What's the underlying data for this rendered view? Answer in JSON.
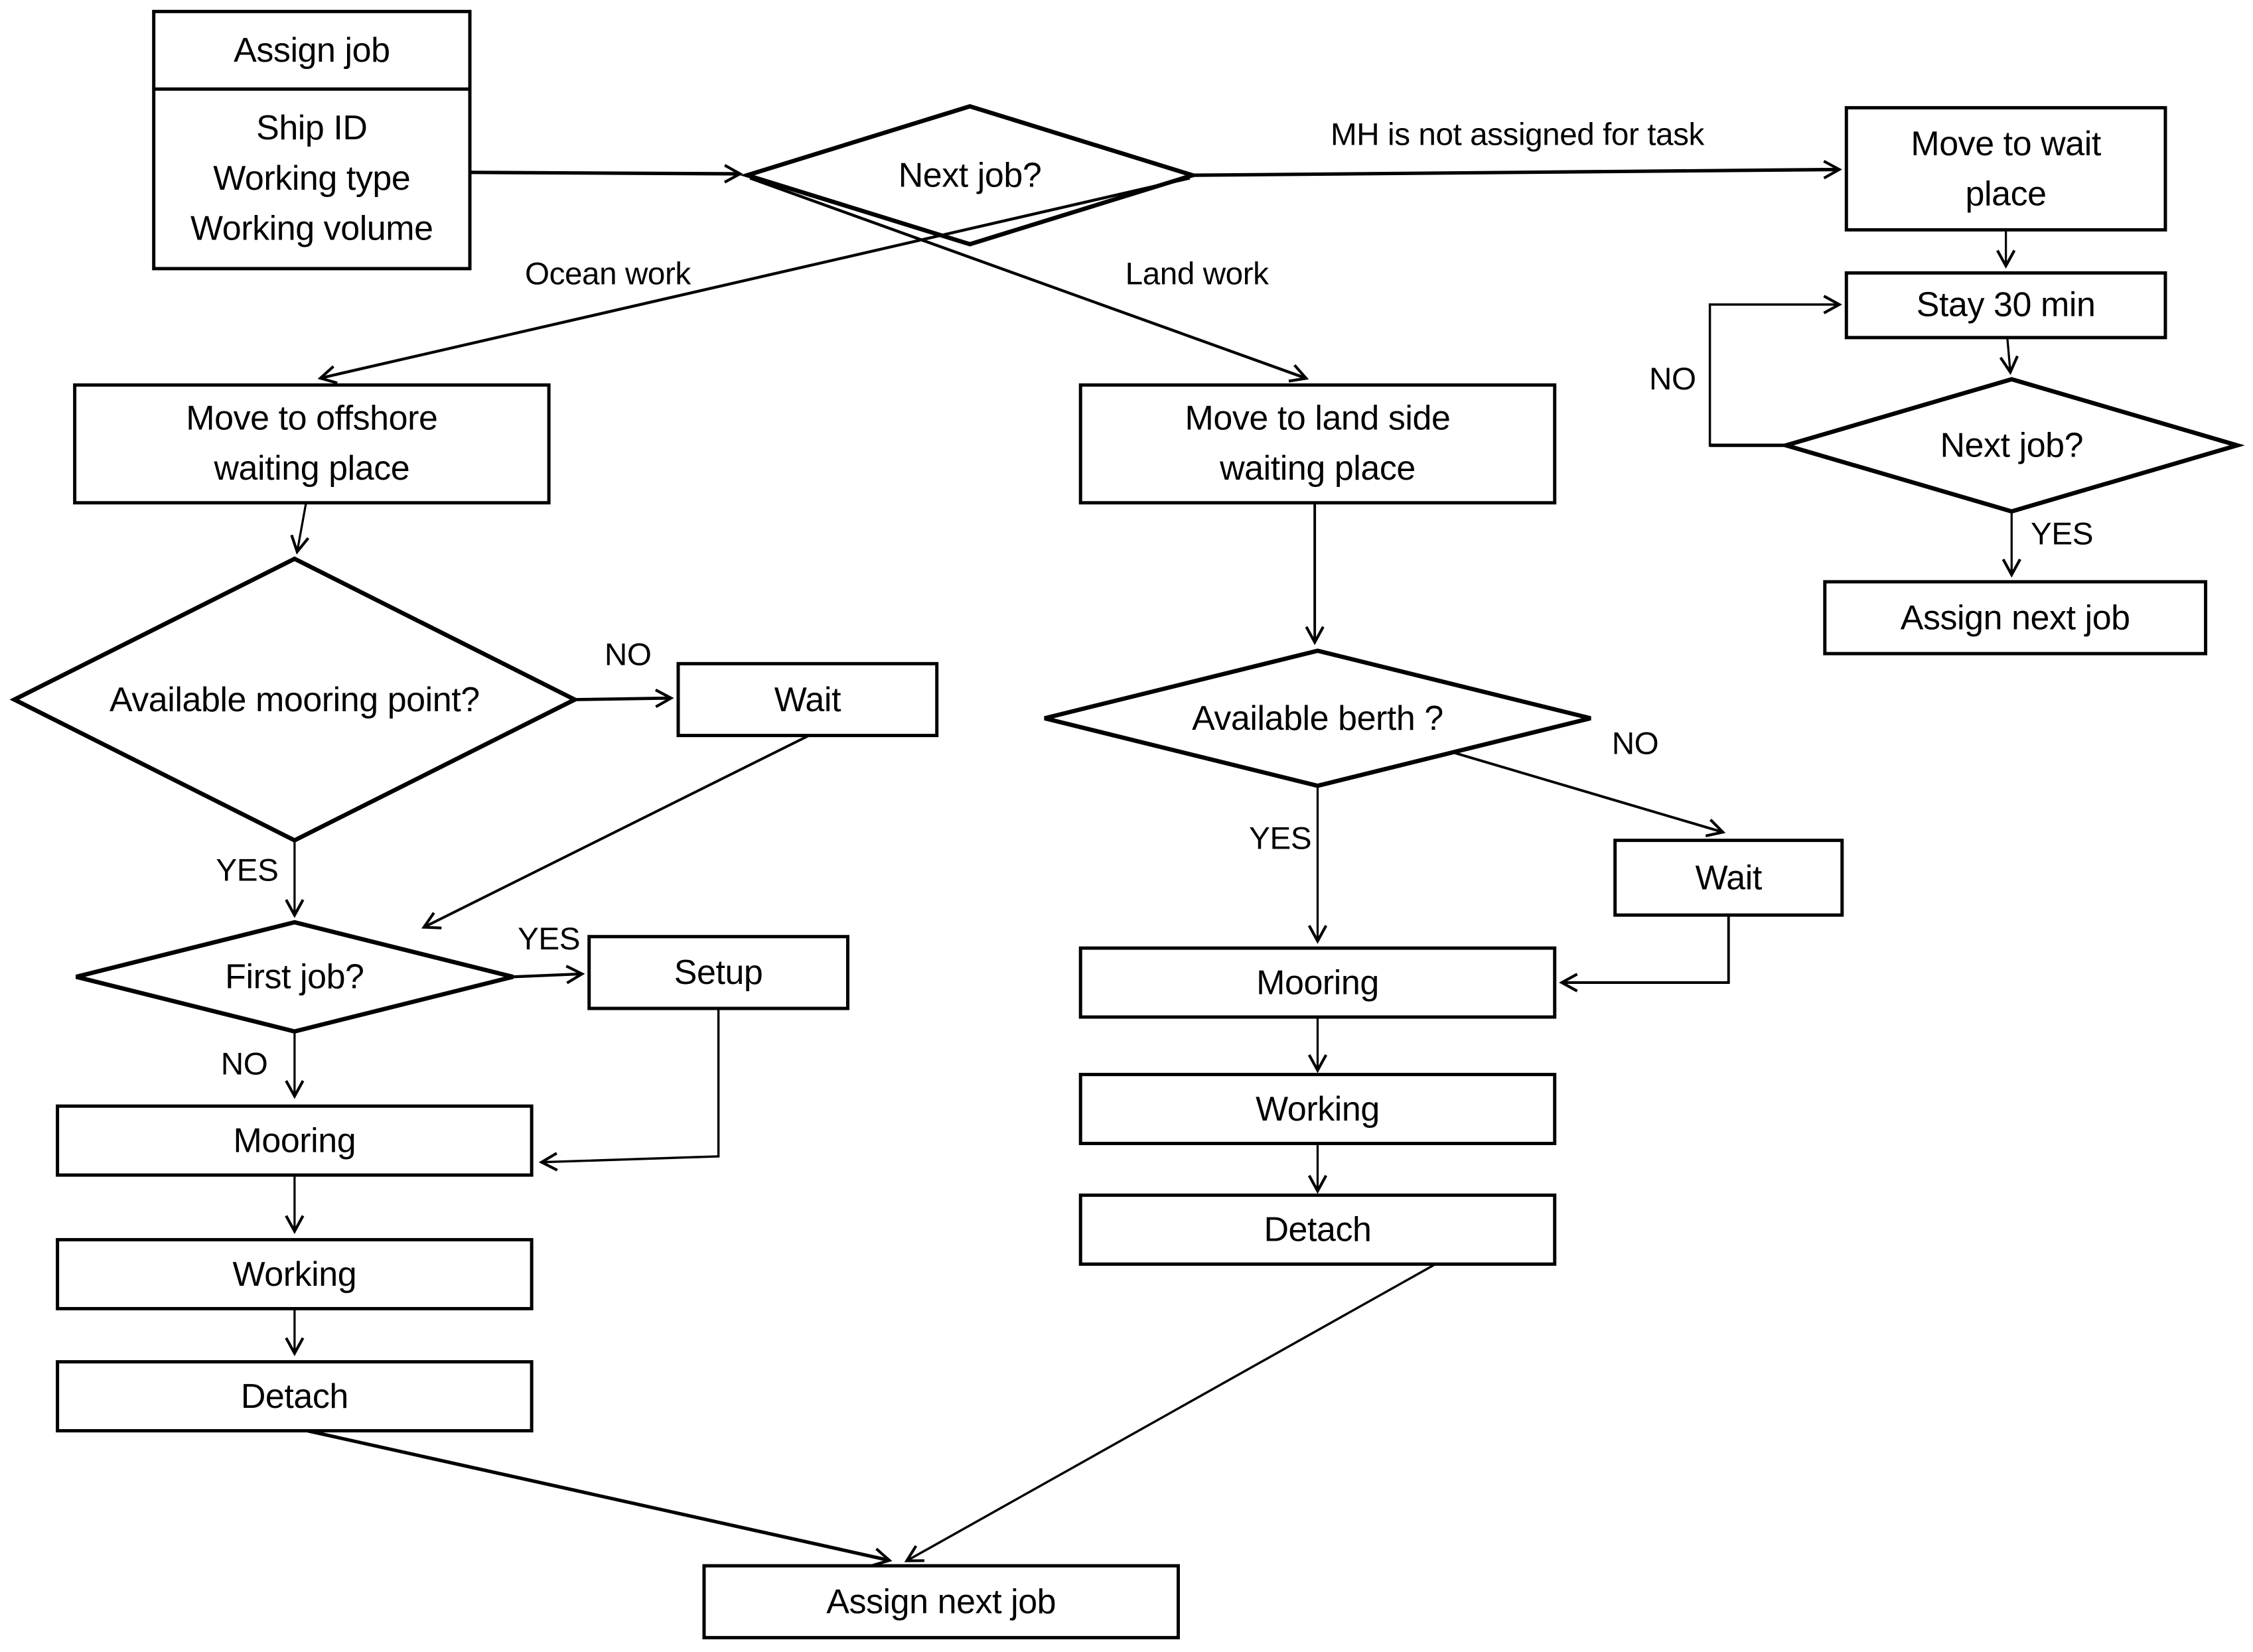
{
  "page": {
    "background_color": "#ffffff",
    "line_color": "#000000"
  },
  "nodes": {
    "assign_job_header": "Assign job",
    "assign_job_details": "Ship ID\nWorking type\nWorking volume",
    "next_job_decision": "Next job?",
    "move_to_wait_place": "Move to wait\nplace",
    "stay_30_min": "Stay 30 min",
    "next_job_decision_2": "Next job?",
    "assign_next_job_right": "Assign next job",
    "move_to_offshore": "Move to offshore\nwaiting place",
    "available_mooring": "Available mooring point?",
    "wait_offshore": "Wait",
    "first_job": "First job?",
    "setup": "Setup",
    "mooring_offshore": "Mooring",
    "working_offshore": "Working",
    "detach_offshore": "Detach",
    "move_to_land": "Move to land side\nwaiting place",
    "available_berth": "Available berth ?",
    "wait_land": "Wait",
    "mooring_land": "Mooring",
    "working_land": "Working",
    "detach_land": "Detach",
    "assign_next_job_bottom": "Assign next job"
  },
  "edge_labels": {
    "mh_not_assigned": "MH is not assigned for task",
    "ocean_work": "Ocean work",
    "land_work": "Land work",
    "no_next_loop": "NO",
    "yes_next_2": "YES",
    "no_mooring": "NO",
    "yes_mooring": "YES",
    "yes_first_job": "YES",
    "no_first_job": "NO",
    "yes_berth": "YES",
    "no_berth": "NO"
  }
}
